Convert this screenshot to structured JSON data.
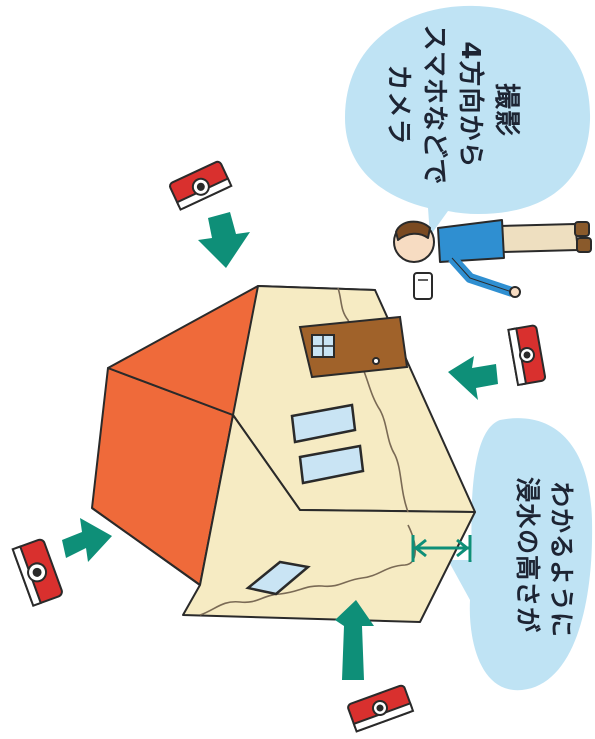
{
  "bubble_top": {
    "lines": [
      "カメラ",
      "スマホなどで",
      "4方向から",
      "撮影"
    ]
  },
  "bubble_bottom": {
    "lines": [
      "浸水の高さが",
      "わかるように"
    ]
  },
  "colors": {
    "bubble": "#bfe3f4",
    "roof": "#ef6a3a",
    "wall": "#f6ebc3",
    "door": "#a0622a",
    "window": "#c9e4f4",
    "arrow": "#0e8f78",
    "camera": "#d9302e",
    "person_shirt": "#2f8fd1",
    "person_pants": "#eedfc0"
  },
  "icons": [
    "camera-icon",
    "arrow-icon",
    "person-icon",
    "house-illustration",
    "height-marker-icon"
  ]
}
